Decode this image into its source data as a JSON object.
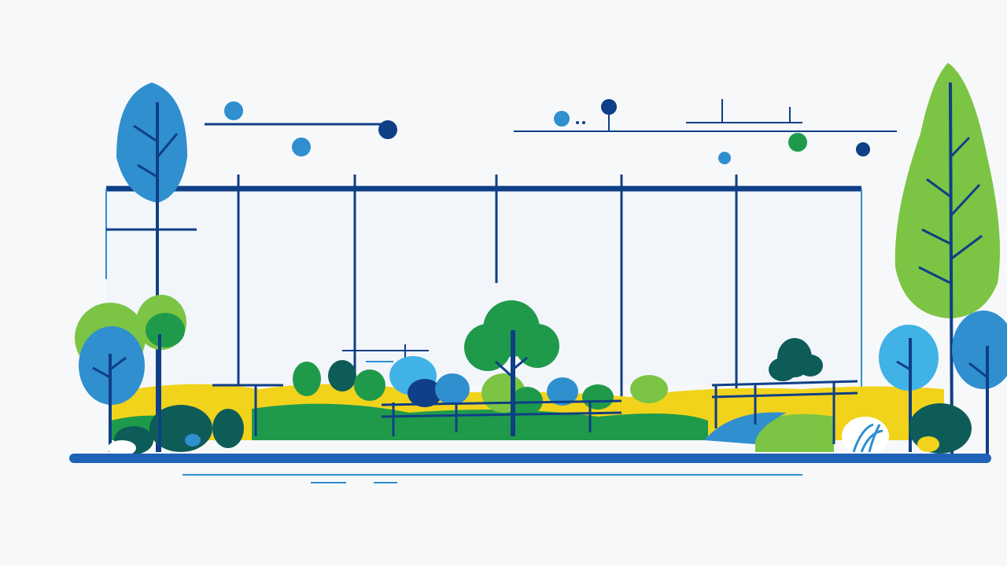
{
  "palette": {
    "background": "#f7f8fa",
    "navy": "#0f3f86",
    "blue": "#2f8fcf",
    "sky": "#41b2e6",
    "green": "#1f9a4b",
    "lime": "#7cc443",
    "yellow": "#f2d31b",
    "dark_teal": "#0e5c57"
  },
  "scene": {
    "description_elements": [
      "fence-frame",
      "trees",
      "bushes",
      "meadow",
      "dots"
    ]
  }
}
